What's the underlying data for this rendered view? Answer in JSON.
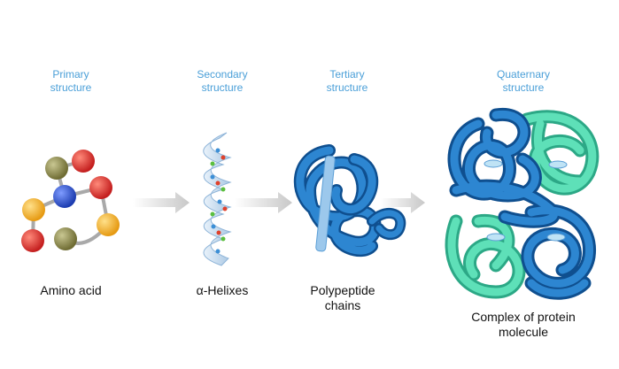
{
  "stages": [
    {
      "title_line1": "Primary",
      "title_line2": "structure",
      "caption_line1": "Amino acid",
      "caption_line2": ""
    },
    {
      "title_line1": "Secondary",
      "title_line2": "structure",
      "caption_line1": "α-Helixes",
      "caption_line2": ""
    },
    {
      "title_line1": "Tertiary",
      "title_line2": "structure",
      "caption_line1": "Polypeptide",
      "caption_line2": "chains"
    },
    {
      "title_line1": "Quaternary",
      "title_line2": "structure",
      "caption_line1": "Complex of protein",
      "caption_line2": "molecule"
    }
  ],
  "colors": {
    "title": "#4a9fd8",
    "arrow": "#d6d6d6",
    "blue_ribbon": "#1e6fb8",
    "green_ribbon": "#3fbf9a",
    "atom_red": "#d62b2b",
    "atom_yellow": "#f2a81e",
    "atom_olive": "#8c8a4a",
    "atom_blue": "#2a4fc9"
  },
  "icons": [
    "amino-acid-molecule",
    "alpha-helix",
    "polypeptide-fold",
    "protein-complex",
    "process-arrow"
  ]
}
